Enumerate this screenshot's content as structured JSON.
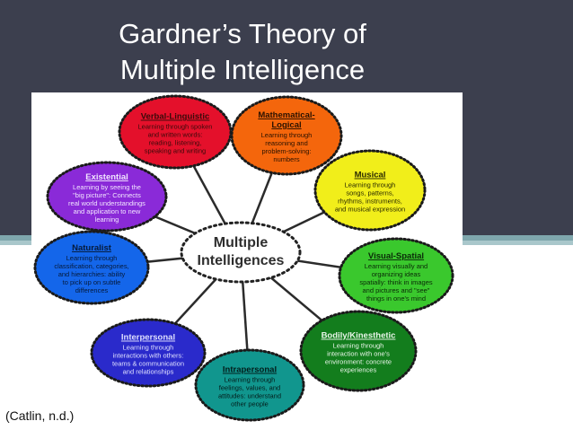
{
  "slide": {
    "title_line1": "Gardner’s Theory of",
    "title_line2": "Multiple Intelligence",
    "citation": "(Catlin, n.d.)"
  },
  "colors": {
    "background_band": "#3c3f4e",
    "accent_stripe": "#7fa7ad",
    "accent_stripe_light": "#a9c7cb"
  },
  "diagram": {
    "center": {
      "line1": "Multiple",
      "line2": "Intelligences"
    },
    "nodes": [
      {
        "id": "verbal",
        "title": "Verbal-Linguistic",
        "desc": [
          "Learning through spoken",
          "and written words:",
          "reading, listening,",
          "speaking and writing"
        ],
        "color": "#e4102b",
        "text_color": "#3a0a0a"
      },
      {
        "id": "math",
        "title": "Mathematical-",
        "title2": "Logical",
        "desc": [
          "Learning through",
          "reasoning and",
          "problem-solving:",
          "numbers"
        ],
        "color": "#f4660c",
        "text_color": "#2a1200"
      },
      {
        "id": "musical",
        "title": "Musical",
        "desc": [
          "Learning through",
          "songs, patterns,",
          "rhythms, instruments,",
          "and musical expression"
        ],
        "color": "#f1ee1a",
        "text_color": "#2a2a00"
      },
      {
        "id": "visual",
        "title": "Visual-Spatial",
        "desc": [
          "Learning visually and",
          "organizing ideas",
          "spatially: think in images",
          "and pictures and \"see\"",
          "things in one's mind"
        ],
        "color": "#3ac82d",
        "text_color": "#0a2a08"
      },
      {
        "id": "bodily",
        "title": "Bodily/Kinesthetic",
        "desc": [
          "Learning through",
          "interaction with one's",
          "environment: concrete",
          "experiences"
        ],
        "color": "#137d1d",
        "text_color": "#e9f5e9"
      },
      {
        "id": "intra",
        "title": "Intrapersonal",
        "desc": [
          "Learning through",
          "feelings, values, and",
          "attitudes: understand",
          "other people"
        ],
        "color": "#11968e",
        "text_color": "#031c1a"
      },
      {
        "id": "inter",
        "title": "Interpersonal",
        "desc": [
          "Learning through",
          "interactions with others:",
          "teams & communication",
          "and relationships"
        ],
        "color": "#2a2acb",
        "text_color": "#dfe0ff"
      },
      {
        "id": "naturalist",
        "title": "Naturalist",
        "desc": [
          "Learning through",
          "classification, categories,",
          "and hierarchies: ability",
          "to pick up on subtle",
          "differences"
        ],
        "color": "#1466ea",
        "text_color": "#061a3a"
      },
      {
        "id": "existential",
        "title": "Existential",
        "desc": [
          "Learning by seeing the",
          "\"big picture\": Connects",
          "real world understandings",
          "and application to new",
          "learning"
        ],
        "color": "#8a2ad8",
        "text_color": "#f2e6ff"
      }
    ]
  }
}
